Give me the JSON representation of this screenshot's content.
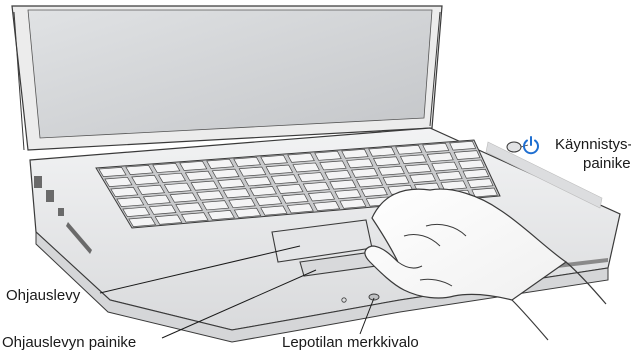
{
  "labels": {
    "power_button_line1": "Käynnistys-",
    "power_button_line2": "painike",
    "trackpad": "Ohjauslevy",
    "trackpad_button": "Ohjauslevyn painike",
    "sleep_indicator": "Lepotilan merkkivalo"
  },
  "icons": {
    "power": "power-icon"
  },
  "colors": {
    "power_icon": "#1f6fd1",
    "outline": "#3a3a3a",
    "screen": "#d2d4d6",
    "case": "#e9eaeb"
  }
}
